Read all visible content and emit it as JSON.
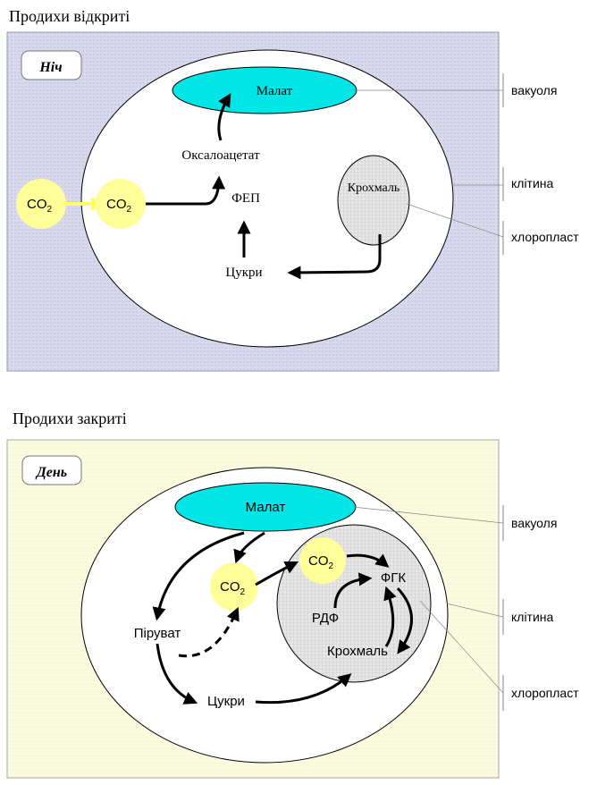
{
  "colors": {
    "night_background": "#d9d9ee",
    "day_background": "#fbfbe0",
    "malate": "#00e5e5",
    "co2_circle": "#ffff99",
    "chloroplast": "#e6e6e6"
  },
  "night": {
    "heading": "Продихи відкриті",
    "period_label": "Ніч",
    "malate": "Малат",
    "oxaloacetate": "Оксалоацетат",
    "pep": "ФЕП",
    "sugars": "Цукри",
    "starch": "Крохмаль",
    "co2_outside": {
      "main": "CO",
      "sub": "2"
    },
    "co2_inside": {
      "main": "CO",
      "sub": "2"
    },
    "legend": {
      "vacuole": "вакуоля",
      "cell": "клітина",
      "chloroplast": "хлоропласт"
    }
  },
  "day": {
    "heading": "Продихи закриті",
    "period_label": "День",
    "malate": "Малат",
    "co2_cytoplasm": {
      "main": "CO",
      "sub": "2"
    },
    "co2_chloroplast": {
      "main": "CO",
      "sub": "2"
    },
    "pga": "ФГК",
    "rubp": "РДФ",
    "starch": "Крохмаль",
    "pyruvate": "Піруват",
    "sugars": "Цукри",
    "legend": {
      "vacuole": "вакуоля",
      "cell": "клітина",
      "chloroplast": "хлоропласт"
    }
  }
}
